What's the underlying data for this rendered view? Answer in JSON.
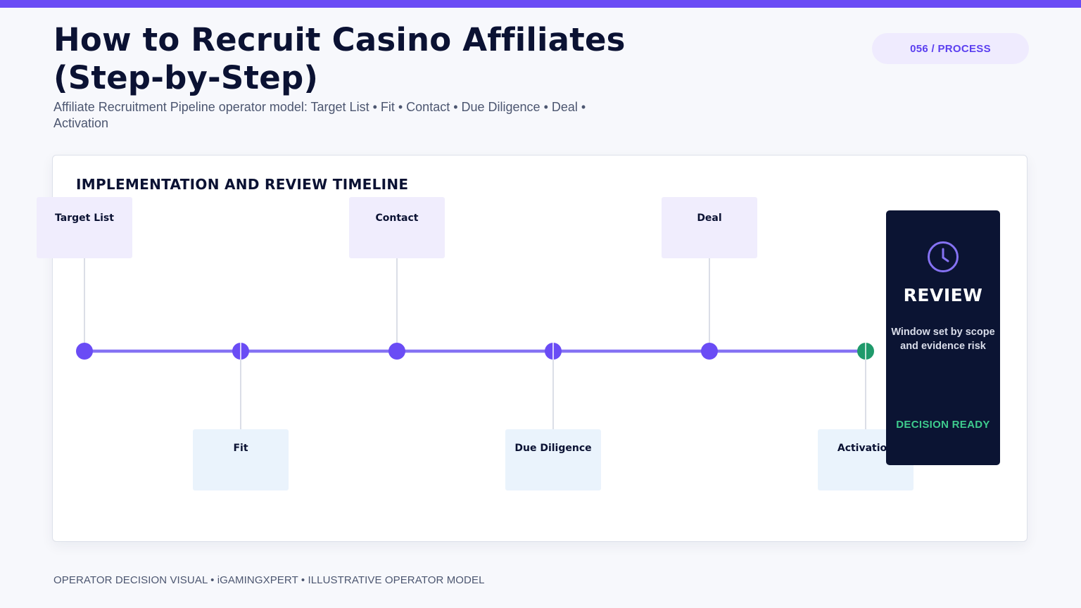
{
  "header": {
    "title": "How to Recruit Casino Affiliates (Step-by-Step)",
    "subtitle": "Affiliate Recruitment Pipeline operator model: Target List • Fit • Contact • Due Diligence • Deal • Activation",
    "badge": "056 / PROCESS"
  },
  "timeline": {
    "title": "IMPLEMENTATION AND REVIEW TIMELINE",
    "steps": [
      {
        "label": "Target List",
        "position": "above",
        "marker": "solid"
      },
      {
        "label": "Fit",
        "position": "below",
        "marker": "split"
      },
      {
        "label": "Contact",
        "position": "above",
        "marker": "solid"
      },
      {
        "label": "Due Diligence",
        "position": "below",
        "marker": "split"
      },
      {
        "label": "Deal",
        "position": "above",
        "marker": "solid"
      },
      {
        "label": "Activation",
        "position": "below",
        "marker": "split-green"
      }
    ]
  },
  "review_panel": {
    "icon": "clock-icon",
    "title": "REVIEW",
    "description": "Window set by scope and evidence risk",
    "status": "DECISION READY"
  },
  "footer": {
    "text": "OPERATOR DECISION VISUAL • iGAMINGXPERT • ILLUSTRATIVE OPERATOR MODEL"
  },
  "colors": {
    "accent": "#6a4cf5",
    "line": "#8572f3",
    "success": "#1f9a6b",
    "dark": "#0b1433"
  }
}
